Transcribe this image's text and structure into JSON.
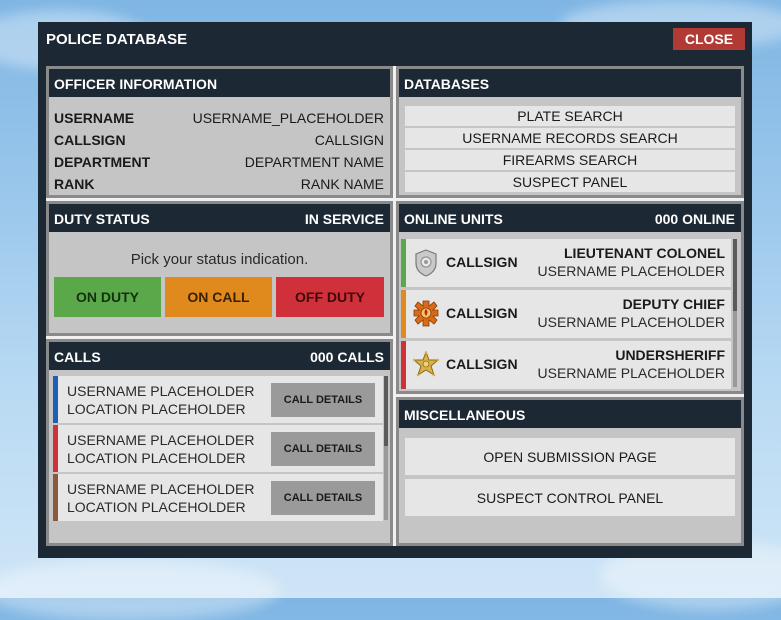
{
  "window": {
    "title": "POLICE DATABASE",
    "close_label": "CLOSE"
  },
  "officer_info": {
    "header": "OFFICER INFORMATION",
    "rows": [
      {
        "key": "USERNAME",
        "value": "USERNAME_PLACEHOLDER"
      },
      {
        "key": "CALLSIGN",
        "value": "CALLSIGN"
      },
      {
        "key": "DEPARTMENT",
        "value": "DEPARTMENT NAME"
      },
      {
        "key": "RANK",
        "value": "RANK NAME"
      }
    ]
  },
  "databases": {
    "header": "DATABASES",
    "items": [
      "PLATE SEARCH",
      "USERNAME RECORDS SEARCH",
      "FIREARMS SEARCH",
      "SUSPECT PANEL"
    ]
  },
  "duty_status": {
    "header": "DUTY STATUS",
    "current": "IN SERVICE",
    "prompt": "Pick your status indication.",
    "buttons": [
      {
        "label": "ON DUTY",
        "color": "#5aa84a"
      },
      {
        "label": "ON CALL",
        "color": "#e08a1e"
      },
      {
        "label": "OFF DUTY",
        "color": "#d0303a"
      }
    ]
  },
  "online_units": {
    "header": "ONLINE UNITS",
    "count": "000 ONLINE",
    "units": [
      {
        "callsign": "CALLSIGN",
        "rank": "LIEUTENANT COLONEL",
        "username": "USERNAME PLACEHOLDER",
        "color": "#5aa84a",
        "badge": "police-badge-icon"
      },
      {
        "callsign": "CALLSIGN",
        "rank": "DEPUTY CHIEF",
        "username": "USERNAME PLACEHOLDER",
        "color": "#e08a1e",
        "badge": "fire-badge-icon"
      },
      {
        "callsign": "CALLSIGN",
        "rank": "UNDERSHERIFF",
        "username": "USERNAME PLACEHOLDER",
        "color": "#d0303a",
        "badge": "sheriff-star-icon"
      }
    ]
  },
  "calls": {
    "header": "CALLS",
    "count": "000 CALLS",
    "button_label": "CALL DETAILS",
    "items": [
      {
        "username": "USERNAME PLACEHOLDER",
        "location": "LOCATION PLACEHOLDER",
        "color": "#1f5fb3"
      },
      {
        "username": "USERNAME PLACEHOLDER",
        "location": "LOCATION PLACEHOLDER",
        "color": "#d0303a"
      },
      {
        "username": "USERNAME PLACEHOLDER",
        "location": "LOCATION PLACEHOLDER",
        "color": "#8a5a3a"
      }
    ]
  },
  "miscellaneous": {
    "header": "MISCELLANEOUS",
    "items": [
      "OPEN SUBMISSION PAGE",
      "SUSPECT CONTROL PANEL"
    ]
  }
}
